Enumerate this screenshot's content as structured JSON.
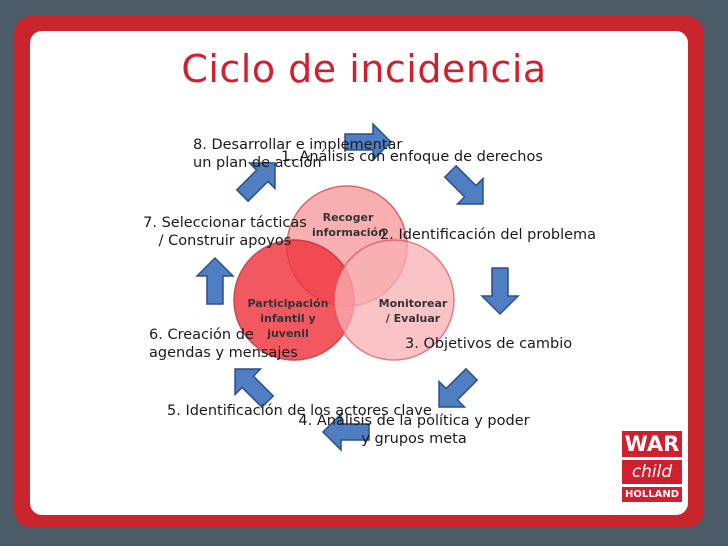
{
  "title": "Ciclo de incidencia",
  "colors": {
    "accent": "#d01f2e",
    "frame": "#c9252c",
    "background": "#4b5b67",
    "arrow": "#4f7fc2"
  },
  "circles": {
    "top": "Recoger información",
    "left_line1": "Participación",
    "left_line2": "infantil y",
    "left_line3": "juvenil",
    "right_line1": "Monitorear",
    "right_line2": "/ Evaluar"
  },
  "steps": {
    "s1": "1. Análisis con enfoque de derechos",
    "s2": "2. Identificación del problema",
    "s3": "3. Objetivos de cambio",
    "s4_line1": "4. Análisis de la política y poder",
    "s4_line2": "y grupos meta",
    "s5": "5. Identificación de los actores clave",
    "s6_line1": "6. Creación de",
    "s6_line2": "agendas y mensajes",
    "s7_line1": "7. Seleccionar tácticas",
    "s7_line2": "/ Construir apoyos",
    "s8_line1": "8. Desarrollar e implementar",
    "s8_line2": "un plan de acción"
  },
  "logo": {
    "line1": "WAR",
    "line2": "child",
    "line3": "HOLLAND"
  }
}
